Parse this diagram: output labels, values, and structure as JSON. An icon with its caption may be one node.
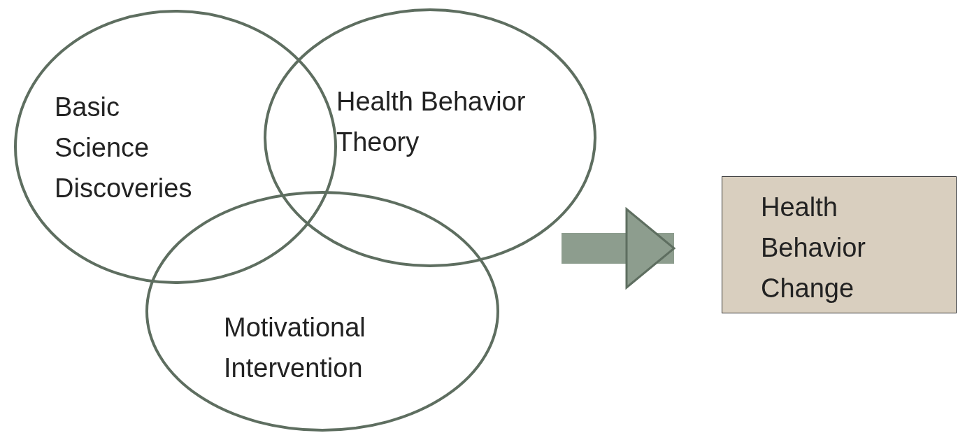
{
  "diagram": {
    "nodes": [
      {
        "text": [
          "Basic Science Discoveries"
        ]
      },
      {
        "text": [
          "Health Behavior Theory"
        ]
      },
      {
        "text": [
          "Motivational Intervention"
        ]
      },
      {
        "text": [
          "Health Behavior Change"
        ]
      }
    ],
    "edges": [
      {
        "from": null,
        "to": 3,
        "arrow": "to"
      }
    ]
  }
}
